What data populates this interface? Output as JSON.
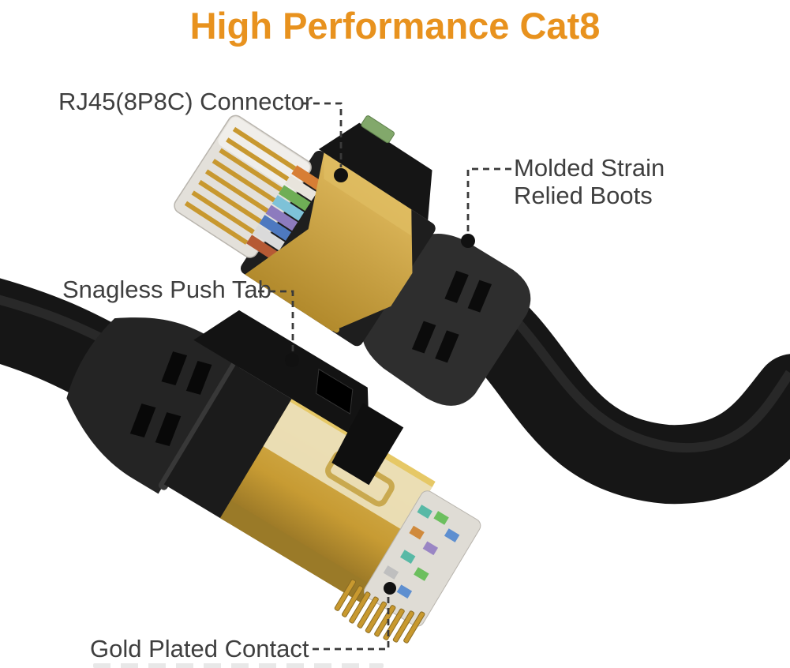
{
  "title": {
    "text": "High Performance Cat8"
  },
  "callouts": {
    "rj45": {
      "label": "RJ45(8P8C) Connector"
    },
    "boots": {
      "label_line1": "Molded Strain",
      "label_line2": "Relied Boots"
    },
    "push_tab": {
      "label": "Snagless Push Tab"
    },
    "gold_contact": {
      "label": "Gold Plated Contact"
    }
  },
  "colors": {
    "title_orange": "#E8921E",
    "label_text": "#3F3F3F",
    "leader_line": "#3A3A3A",
    "cable_black": "#161616",
    "boot_gray": "#2B2B2B",
    "gold": "#C79B33",
    "gold_light": "#EDE2BD",
    "background": "#FFFFFF"
  }
}
